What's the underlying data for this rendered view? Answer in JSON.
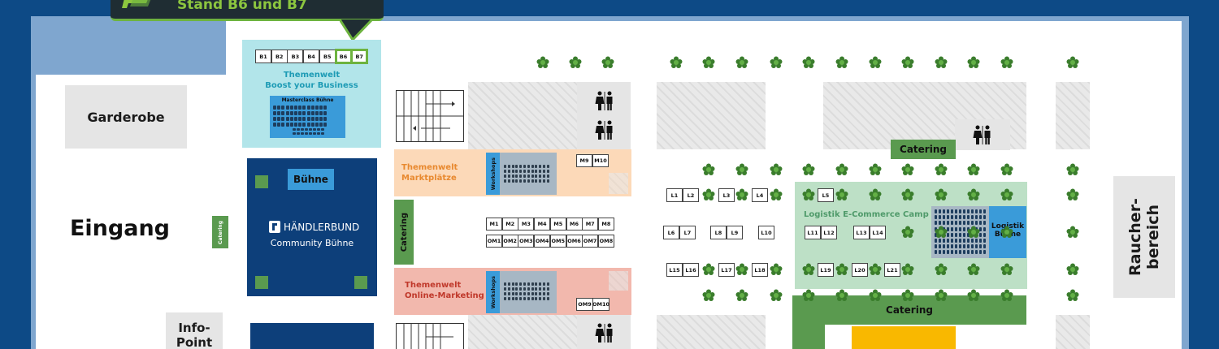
{
  "header": {
    "title": "Stand B6 und B7"
  },
  "areas": {
    "garderobe": "Garderobe",
    "eingang": "Eingang",
    "info_point": [
      "Info-",
      "Point"
    ],
    "raucherbereich": [
      "Raucher-",
      "bereich"
    ],
    "themenwelt_boost": [
      "Themenwelt",
      "Boost your Business"
    ],
    "masterclass_buehne": "Masterclass Bühne",
    "buehne": "Bühne",
    "haendlerbund": "HÄNDLERBUND",
    "community_buehne": "Community Bühne",
    "catering_small": "Catering",
    "catering_vertical": "Catering",
    "catering_top": "Catering",
    "catering_bottom": "Catering",
    "themenwelt_marktplaetze": [
      "Themenwelt",
      "Marktplätze"
    ],
    "themenwelt_online_marketing": [
      "Themenwelt",
      "Online-Marketing"
    ],
    "workshops_1": "Workshops",
    "workshops_2": "Workshops",
    "logistik_camp": "Logistik E-Commerce Camp",
    "logistik_buehne": [
      "Logistik",
      "Bühne"
    ]
  },
  "booths": {
    "b": [
      "B1",
      "B2",
      "B3",
      "B4",
      "B5",
      "B6",
      "B7"
    ],
    "m_top": [
      "M9",
      "M10"
    ],
    "m_row": [
      "M1",
      "M2",
      "M3",
      "M4",
      "M5",
      "M6",
      "M7",
      "M8"
    ],
    "om_row": [
      "OM1",
      "OM2",
      "OM3",
      "OM4",
      "OM5",
      "OM6",
      "OM7",
      "OM8"
    ],
    "om_bottom": [
      "OM9",
      "OM10"
    ],
    "l_row1": [
      "L1",
      "L2",
      "L3",
      "L4",
      "L5"
    ],
    "l_row2": [
      "L6",
      "L7",
      "L8",
      "L9",
      "L10",
      "L11",
      "L12",
      "L13",
      "L14"
    ],
    "l_row3": [
      "L15",
      "L16",
      "L17",
      "L18",
      "L19",
      "L20",
      "L21"
    ]
  },
  "highlighted_booths": [
    "B6",
    "B7"
  ],
  "colors": {
    "background": "#0d4a86",
    "header": "#1f2d33",
    "header_text": "#8cc63f",
    "highlight": "#6db33f",
    "boost_area": "#b2e5ea",
    "stage_blue": "#0d3f7a",
    "marktplaetze": "#fcd9b8",
    "online_marketing": "#f2b8ad",
    "catering": "#5a9a4f",
    "logistik_camp": "#bde0c6",
    "logistik_buehne": "#3a9bd9",
    "yellow": "#f9b800"
  },
  "icons": [
    "restroom-icon",
    "tree-icon",
    "stairs-icon",
    "haendlerbund-logo-icon"
  ]
}
